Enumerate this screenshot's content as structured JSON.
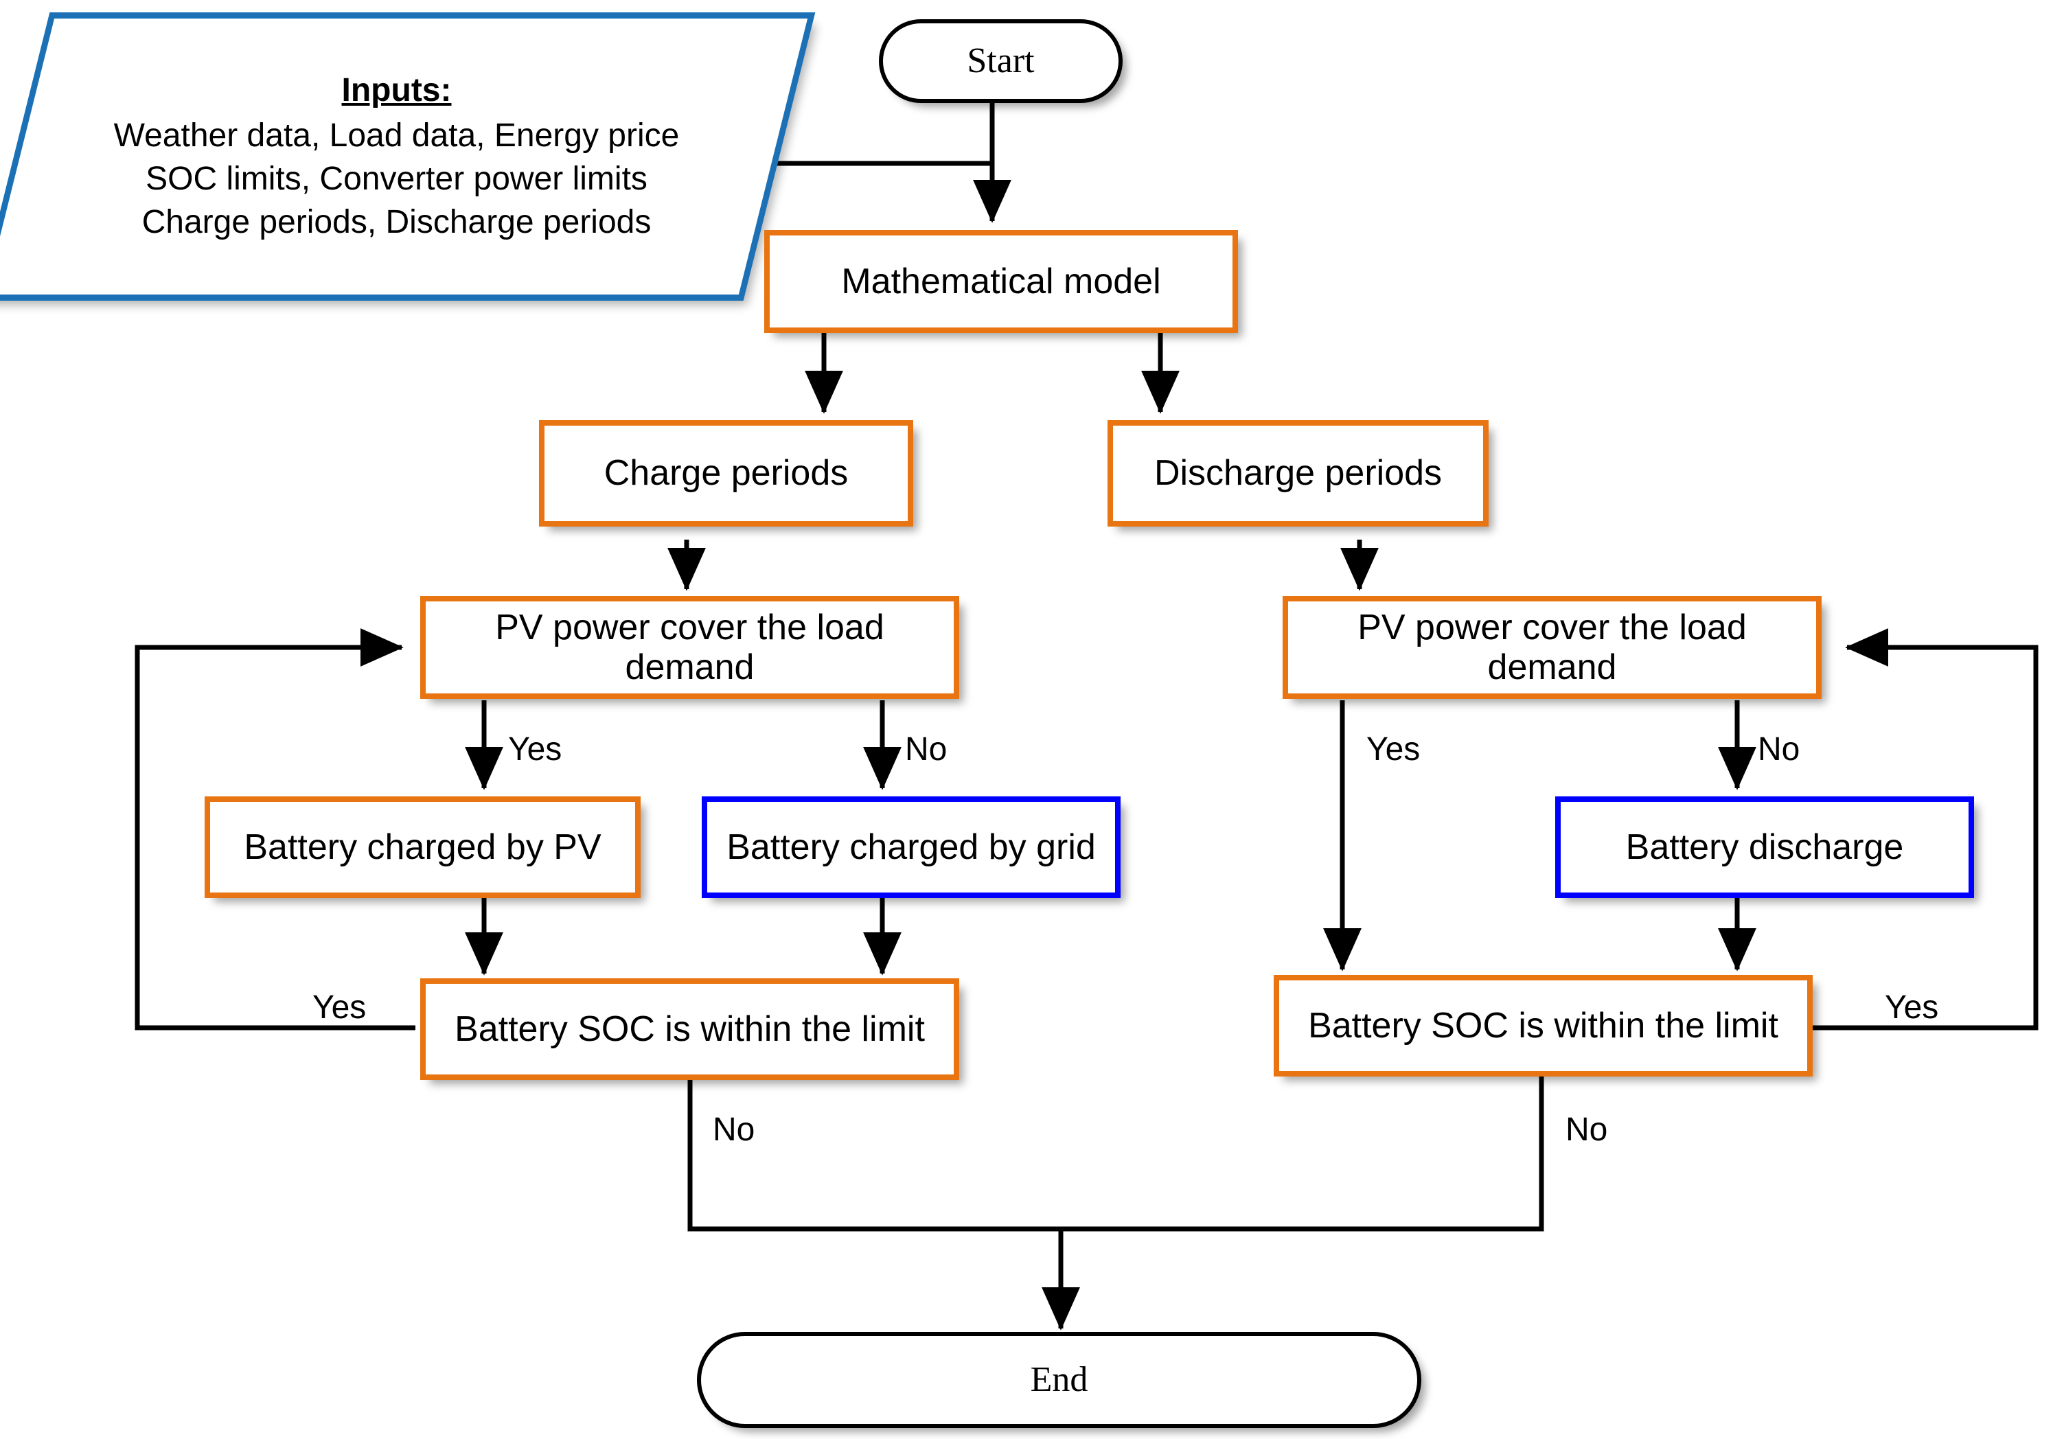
{
  "diagram": {
    "title": "Battery charge/discharge control flowchart",
    "colors": {
      "orange_border": "#E87511",
      "blue_border": "#0000FF",
      "parallelogram_border": "#1B70B6",
      "line": "#000000",
      "background": "#FFFFFF"
    },
    "input_block": {
      "header": "Inputs:",
      "lines": [
        "Weather data, Load data, Energy price",
        "SOC limits, Converter power limits",
        "Charge periods, Discharge periods"
      ]
    },
    "nodes": {
      "start": "Start",
      "math_model": "Mathematical model",
      "charge_periods": "Charge periods",
      "discharge_periods": "Discharge periods",
      "pv_cover_left": "PV power cover the load demand",
      "pv_cover_right": "PV power cover the load demand",
      "battery_charged_pv": "Battery charged by PV",
      "battery_charged_grid": "Battery charged by grid",
      "battery_discharge": "Battery discharge",
      "soc_limit_left": "Battery SOC is within the limit",
      "soc_limit_right": "Battery SOC is within the limit",
      "end": "End"
    },
    "edge_labels": {
      "left_pv_yes": "Yes",
      "left_pv_no": "No",
      "right_pv_yes": "Yes",
      "right_pv_no": "No",
      "left_soc_yes": "Yes",
      "left_soc_no": "No",
      "right_soc_yes": "Yes",
      "right_soc_no": "No"
    }
  }
}
